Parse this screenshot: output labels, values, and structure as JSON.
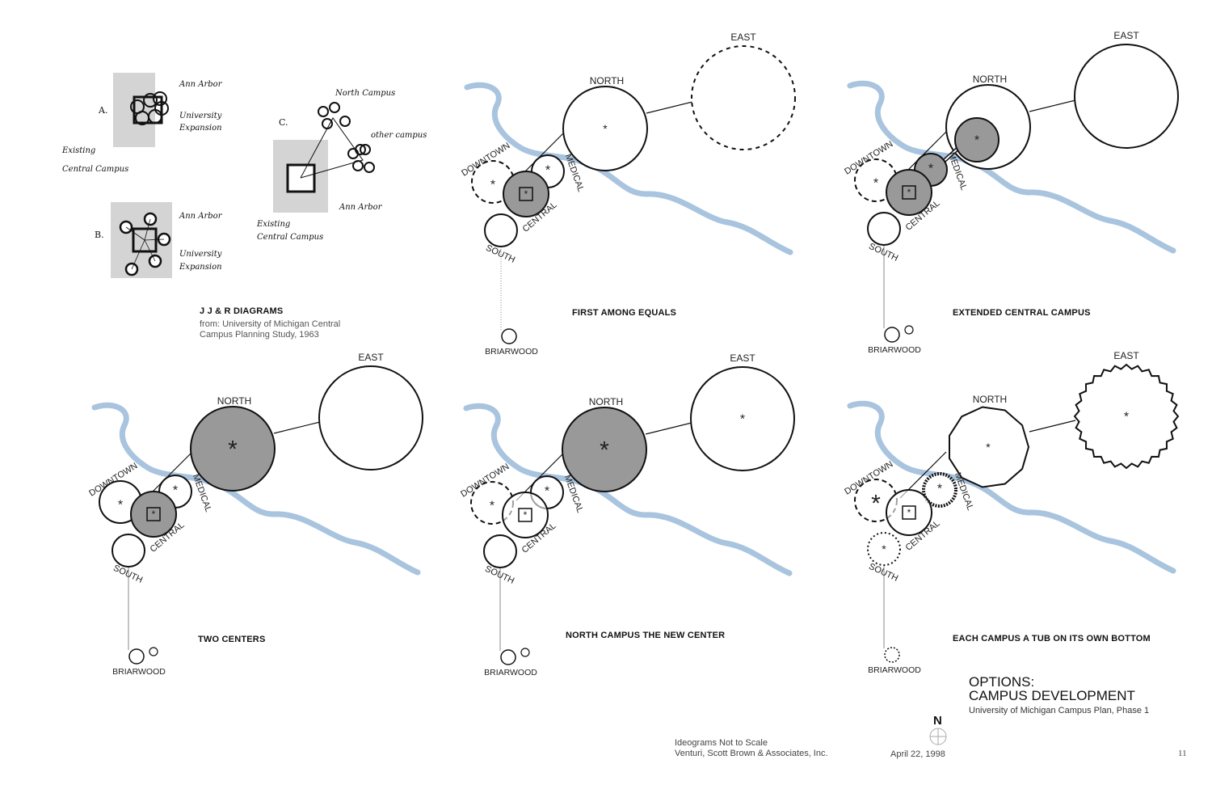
{
  "jjr": {
    "title": "J J & R DIAGRAMS",
    "source_line1": "from: University of Michigan Central",
    "source_line2": "Campus Planning Study, 1963",
    "labels": {
      "a": "A.",
      "b": "B.",
      "c": "C.",
      "ann_arbor": "Ann Arbor",
      "university_expansion_1": "University",
      "university_expansion_2": "Expansion",
      "existing_1": "Existing",
      "existing_2": "Central Campus",
      "north_campus": "North Campus",
      "other_campus": "other campus"
    }
  },
  "campus_labels": {
    "north": "NORTH",
    "east": "EAST",
    "downtown": "DOWNTOWN",
    "medical": "MEDICAL",
    "central": "CENTRAL",
    "south": "SOUTH",
    "briarwood": "BRIARWOOD"
  },
  "panels": [
    {
      "caption": "FIRST AMONG EQUALS"
    },
    {
      "caption": "EXTENDED CENTRAL CAMPUS"
    },
    {
      "caption": "TWO CENTERS"
    },
    {
      "caption": "NORTH CAMPUS THE NEW CENTER"
    },
    {
      "caption": "EACH CAMPUS A TUB ON ITS OWN BOTTOM"
    }
  ],
  "title": {
    "line1": "OPTIONS:",
    "line2": "CAMPUS DEVELOPMENT",
    "subtitle": "University of Michigan Campus Plan, Phase 1"
  },
  "footer": {
    "note": "Ideograms Not to Scale",
    "firm": "Venturi, Scott Brown & Associates, Inc.",
    "date": "April 22, 1998",
    "north": "N",
    "page": "11"
  },
  "colors": {
    "river": "#a9c4de",
    "fill": "#999999",
    "ink": "#111111"
  }
}
